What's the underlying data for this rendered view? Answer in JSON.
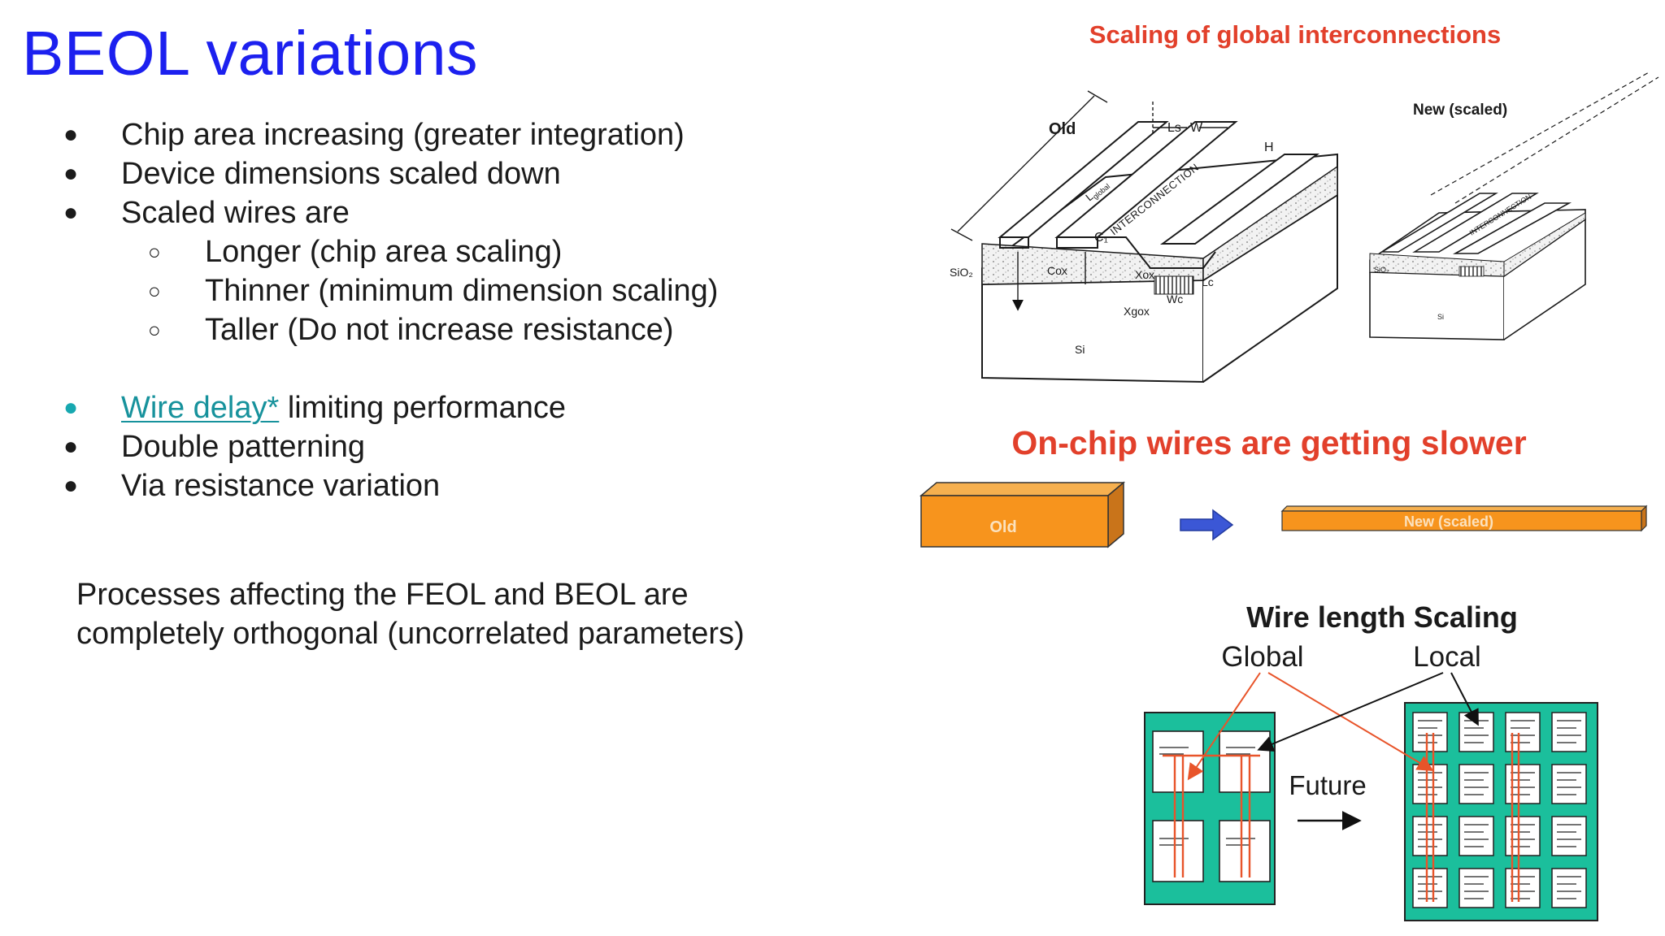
{
  "slide": {
    "title": "BEOL variations",
    "bullets": [
      {
        "text": "Chip area increasing (greater integration)"
      },
      {
        "text": "Device dimensions scaled down"
      },
      {
        "text": "Scaled wires are"
      },
      {
        "text": "Longer (chip area scaling)"
      },
      {
        "text": "Thinner (minimum dimension scaling)"
      },
      {
        "text": "Taller (Do not increase resistance)"
      },
      {
        "link": "Wire delay*",
        "text": " limiting performance"
      },
      {
        "text": "Double patterning"
      },
      {
        "text": "Via resistance variation"
      }
    ],
    "note": "Processes affecting the FEOL and BEOL are completely orthogonal (uncorrelated parameters)"
  },
  "figure": {
    "top_title": "Scaling of global interconnections",
    "old_label": "Old",
    "new_label": "New (scaled)",
    "labels": {
      "l_global": "L",
      "l_global_sub": "global",
      "ls": "Ls",
      "w": "W",
      "h": "H",
      "interconnection": "INTERCONNECTION",
      "c1": "C₁",
      "cox": "Cox",
      "xox": "Xox",
      "xgox": "Xgox",
      "sio2": "SiO₂",
      "wc": "Wc",
      "lc": "Lc",
      "si": "Si"
    },
    "slower_title": "On-chip wires are getting slower",
    "bar_old": "Old",
    "bar_new": "New (scaled)",
    "wire_title": "Wire length Scaling",
    "global": "Global",
    "local": "Local",
    "future": "Future"
  },
  "colors": {
    "title_blue": "#1c20ef",
    "link_teal": "#17929c",
    "red_title": "#e2402b",
    "orange": "#f7941d",
    "teal_block": "#1bbf9c",
    "arrow_blue": "#3b57d6"
  }
}
